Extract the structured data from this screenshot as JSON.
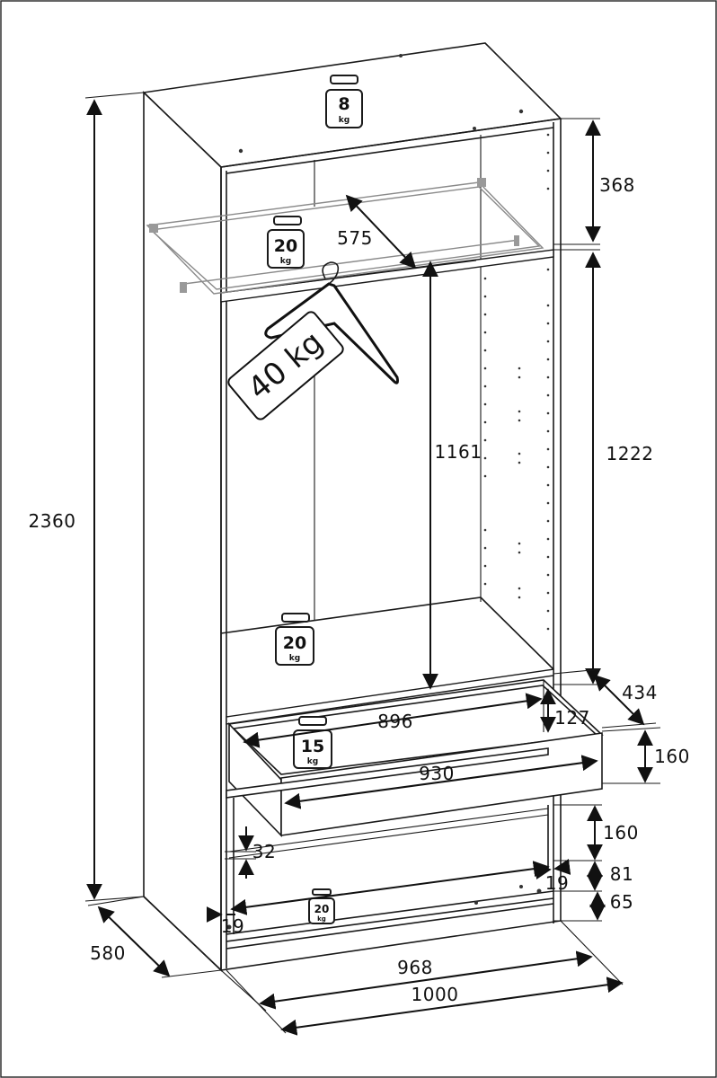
{
  "diagram": {
    "dimensions": {
      "total_height": "2360",
      "depth": "580",
      "top_compartment": "368",
      "hanging_height_outer": "1222",
      "hanging_height_inner": "1161",
      "shelf_depth": "575",
      "drawer_inner_width": "896",
      "drawer_front_width": "930",
      "drawer_depth": "434",
      "drawer_inner_height": "127",
      "drawer_front_height": "160",
      "drawer2_height": "160",
      "gap_81": "81",
      "plinth": "65",
      "side_gap_right": "19",
      "side_gap_left": "19",
      "drawer_gap": "32",
      "inner_width": "968",
      "outer_width": "1000"
    },
    "loads": {
      "top": {
        "value": "8",
        "unit": "kg"
      },
      "glass_shelf": {
        "value": "20",
        "unit": "kg"
      },
      "rail": {
        "value": "40 kg"
      },
      "bottom_shelf": {
        "value": "20",
        "unit": "kg"
      },
      "drawer": {
        "value": "15",
        "unit": "kg"
      },
      "bottom_drawer": {
        "value": "20",
        "unit": "kg"
      }
    }
  }
}
